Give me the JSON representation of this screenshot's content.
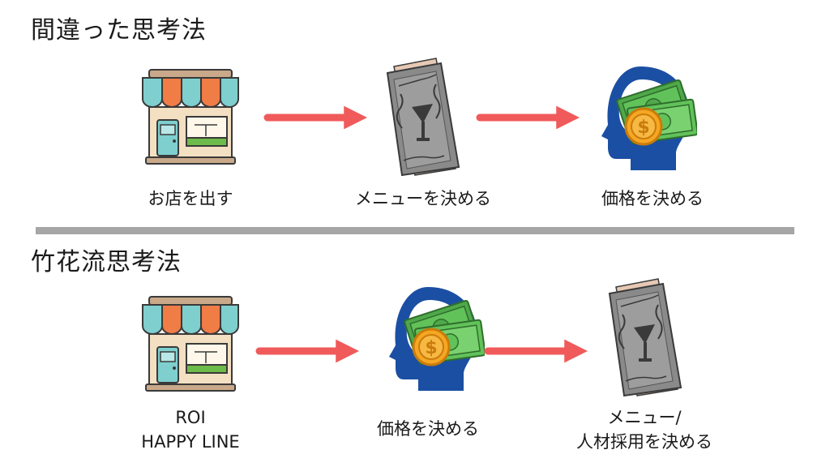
{
  "wrong": {
    "title": "間違った思考法",
    "steps": [
      "お店を出す",
      "メニューを決める",
      "価格を決める"
    ]
  },
  "takehana": {
    "title": "竹花流思考法",
    "steps": [
      {
        "line1": "ROI",
        "line2": "HAPPY LINE"
      },
      {
        "line1": "価格を決める"
      },
      {
        "line1": "メニュー/",
        "line2": "人材採用を決める"
      }
    ]
  },
  "icons": [
    "shop-icon",
    "menu-book-icon",
    "money-head-icon"
  ],
  "colors": {
    "arrow": "#f05a5a",
    "divider": "#a6a6a6",
    "head": "#1b4fa3",
    "bill": "#62c25a",
    "coin": "#f5a623",
    "awning_teal": "#7fcfcf",
    "awning_orange": "#f07c46"
  }
}
